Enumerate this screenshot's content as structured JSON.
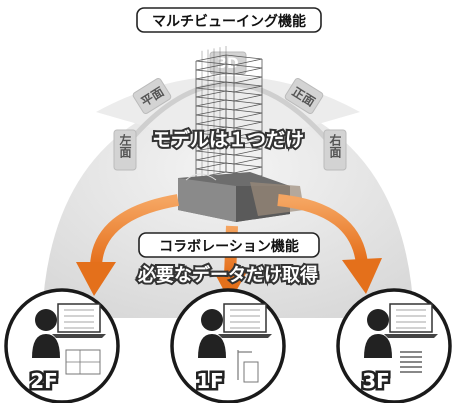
{
  "title_pill": "マルチビューイング機能",
  "view_labels": {
    "view_3d": "3D",
    "left": "左面",
    "plan": "平面",
    "front": "正面",
    "right": "右面"
  },
  "model_caption": "モデルは１つだけ",
  "collab_pill": "コラボレーション機能",
  "data_caption": "必要なデータだけ取得",
  "floors": [
    "2F",
    "1F",
    "3F"
  ],
  "colors": {
    "arrow_orange": "#e8751f",
    "dome_gray": "#e2e2e2",
    "text_dark": "#1a1a1a"
  }
}
